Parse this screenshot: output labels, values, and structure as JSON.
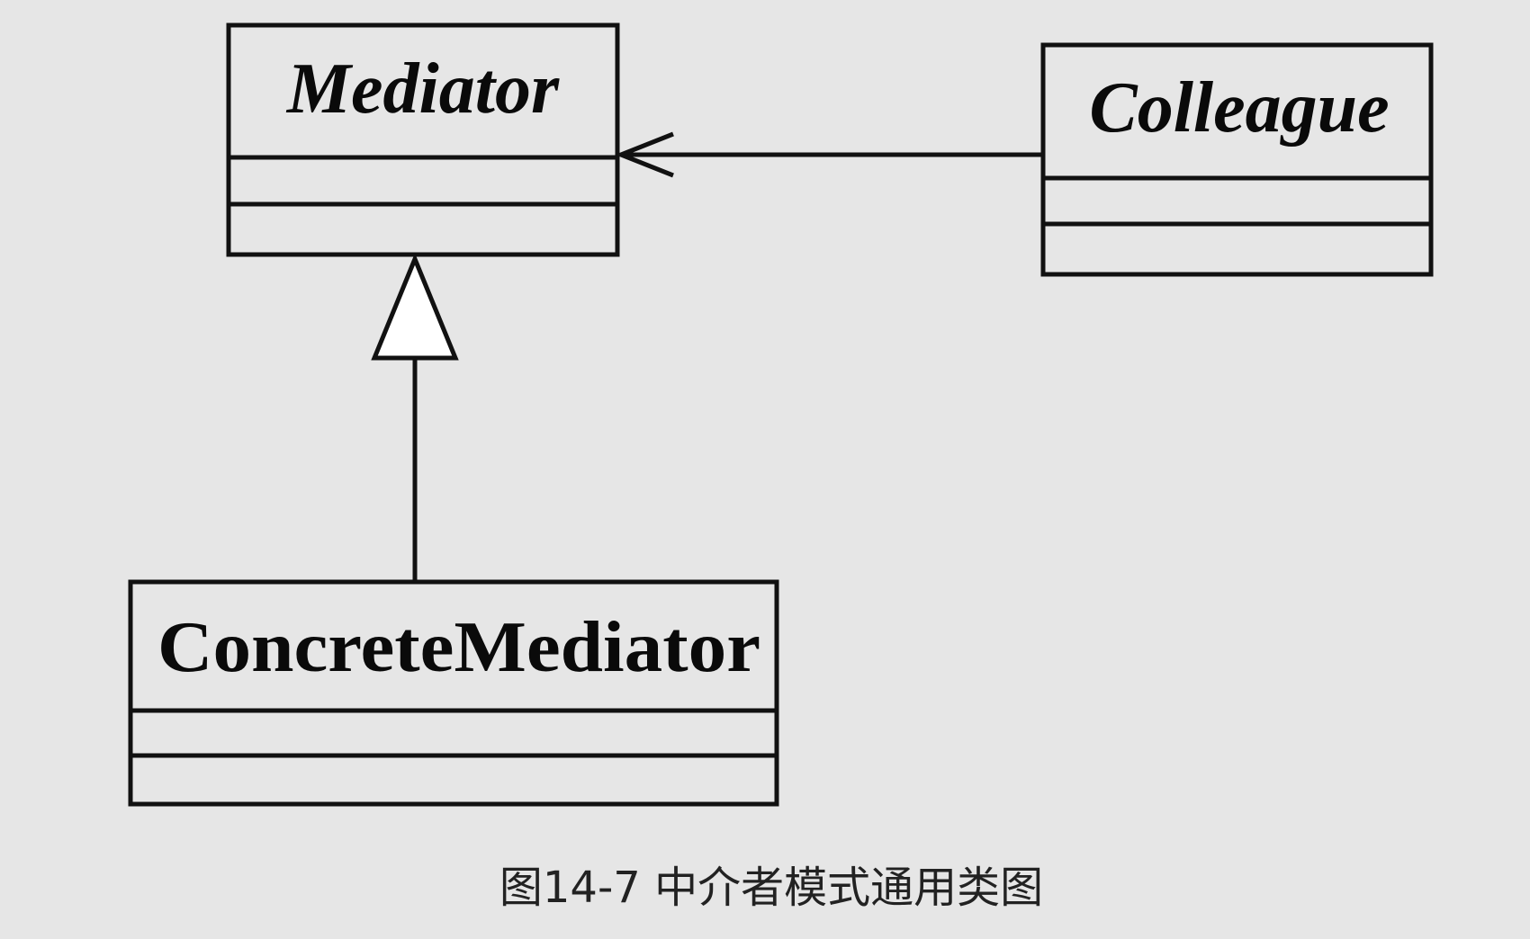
{
  "diagram": {
    "classes": {
      "mediator": {
        "name": "Mediator",
        "abstract": true
      },
      "colleague": {
        "name": "Colleague",
        "abstract": true
      },
      "concrete_mediator": {
        "name": "ConcreteMediator",
        "abstract": false
      }
    },
    "relations": [
      {
        "type": "association",
        "from": "Colleague",
        "to": "Mediator",
        "arrow": "open"
      },
      {
        "type": "generalization",
        "from": "ConcreteMediator",
        "to": "Mediator",
        "arrow": "hollow-triangle"
      }
    ],
    "caption": "图14-7  中介者模式通用类图"
  },
  "colors": {
    "background": "#e6e6e6",
    "line": "#111111"
  }
}
